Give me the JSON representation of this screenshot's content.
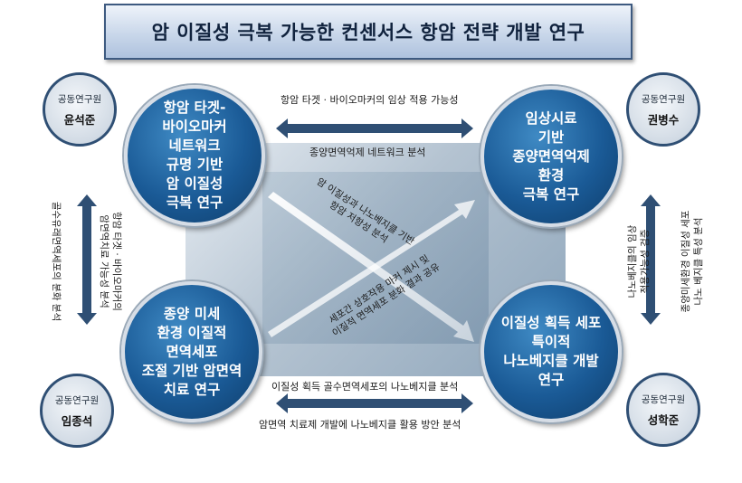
{
  "title": "암 이질성 극복 가능한 컨센서스 항암 전략 개발 연구",
  "nodes": {
    "top_left": "항암 타겟-\n바이오마커\n네트워크\n규명 기반\n암 이질성\n극복 연구",
    "top_right": "임상시료\n기반\n종양면역억제\n환경\n극복 연구",
    "bottom_left": "종양 미세\n환경 이질적\n면역세포\n조절 기반 암면역\n치료 연구",
    "bottom_right": "이질성 획득 세포\n특이적\n나노베지클 개발\n연구"
  },
  "researchers": [
    {
      "role": "공동연구원",
      "name": "윤석준"
    },
    {
      "role": "공동연구원",
      "name": "권병수"
    },
    {
      "role": "공동연구원",
      "name": "임종석"
    },
    {
      "role": "공동연구원",
      "name": "성학준"
    }
  ],
  "links": {
    "top_above": "항암 타겟 · 바이오마커의 임상 적용 가능성",
    "top_below": "종양면역억제 네트워크 분석",
    "bottom_above": "이질성 획득 골수면역세포의 나노베지클 분석",
    "bottom_below": "암면역 치료제 개발에 나노베지클 활용 방안 분석",
    "left_outer": "골수유래면역세포의 분화 분석",
    "left_inner": "항암 타겟 · 바이오마커의\n암면역치료 가능성 분석",
    "right_inner": "나노베지클의 임상\n적용가능성 검증",
    "right_outer": "종양미세환경 이질성 세포\n나노 베지클 특성 분석",
    "diag_upper": "암 이질성과 나노베지클 기반\n항암 저항성 분석",
    "diag_lower": "세포간 상호작용 마커 제시 및\n이질적 면역세포 분화 결과 공유"
  }
}
